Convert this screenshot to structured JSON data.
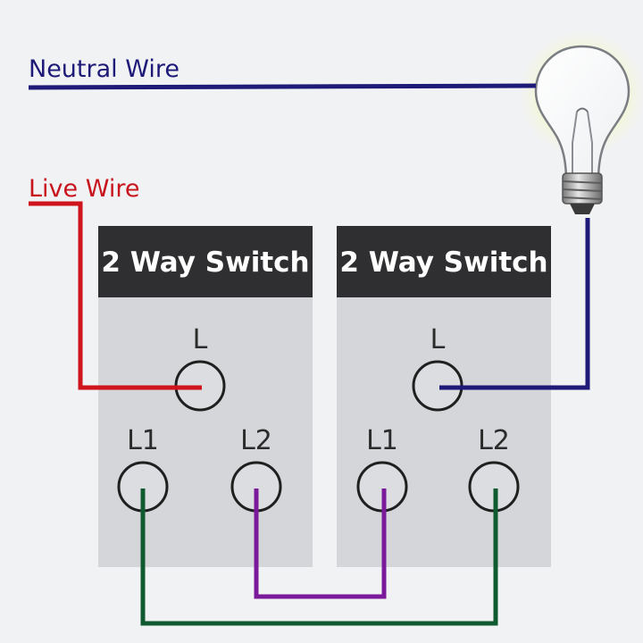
{
  "labels": {
    "neutral_wire": "Neutral Wire",
    "live_wire": "Live Wire"
  },
  "switches": [
    {
      "header": "2 Way Switch",
      "terminals": {
        "common": "L",
        "l1": "L1",
        "l2": "L2"
      }
    },
    {
      "header": "2 Way Switch",
      "terminals": {
        "common": "L",
        "l1": "L1",
        "l2": "L2"
      }
    }
  ],
  "colors": {
    "background": "#f1f2f4",
    "neutral_wire": "#1e1a78",
    "live_wire": "#d0141c",
    "lamp_wire": "#1e1a78",
    "strapper_l1": "#0f5a2e",
    "strapper_l2": "#7a1a9a",
    "switch_body": "#d5d6da",
    "switch_header": "#2f2f31",
    "terminal": "#dcdde1",
    "terminal_stroke": "#1f1f1f",
    "neutral_label": "#1e1a78",
    "live_label": "#c8141c"
  },
  "icons": {
    "lamp": "light-bulb-icon"
  }
}
